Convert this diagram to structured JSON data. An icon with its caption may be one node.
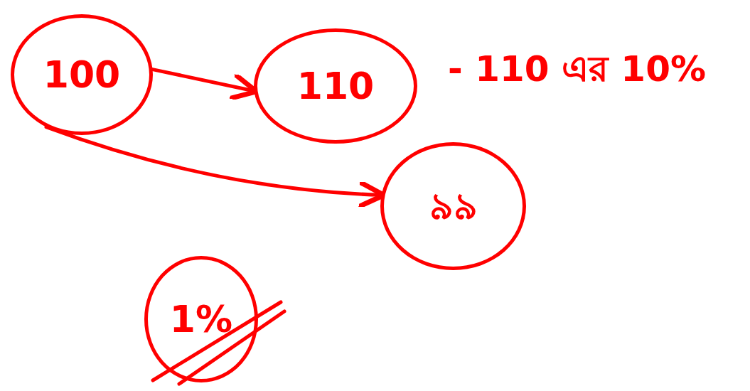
{
  "diagram": {
    "nodes": [
      {
        "text": [
          "100"
        ]
      },
      {
        "text": [
          "110"
        ]
      },
      {
        "text": [
          "৯৯"
        ]
      },
      {
        "text": [
          "1%"
        ]
      }
    ],
    "edges": [
      {
        "from": 0,
        "to": 1,
        "arrow": "to"
      },
      {
        "from": 0,
        "to": 2,
        "arrow": "to"
      }
    ],
    "labels": [
      "- 110 এর 10%"
    ]
  }
}
